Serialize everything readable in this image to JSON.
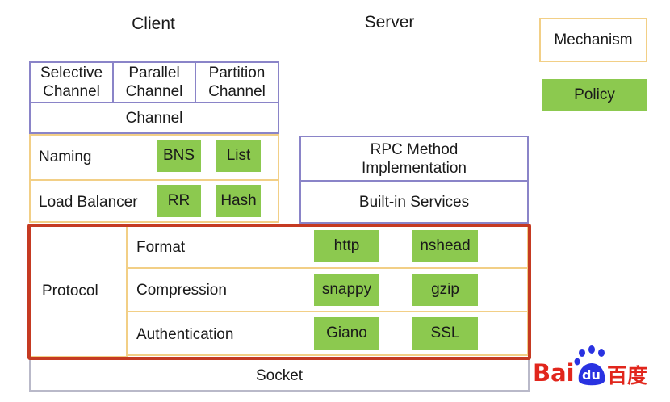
{
  "headings": {
    "client": "Client",
    "server": "Server"
  },
  "legend": {
    "mechanism": "Mechanism",
    "policy": "Policy"
  },
  "client": {
    "channels": [
      "Selective\nChannel",
      "Parallel\nChannel",
      "Partition\nChannel"
    ],
    "channel": "Channel",
    "naming": {
      "label": "Naming",
      "policies": [
        "BNS",
        "List"
      ]
    },
    "load_balancer": {
      "label": "Load Balancer",
      "policies": [
        "RR",
        "Hash"
      ]
    }
  },
  "server": {
    "rpc_method": "RPC Method\nImplementation",
    "builtin": "Built-in Services"
  },
  "protocol": {
    "label": "Protocol",
    "rows": [
      {
        "label": "Format",
        "policies": [
          "http",
          "nshead"
        ]
      },
      {
        "label": "Compression",
        "policies": [
          "snappy",
          "gzip"
        ]
      },
      {
        "label": "Authentication",
        "policies": [
          "Giano",
          "SSL"
        ]
      }
    ]
  },
  "socket": "Socket",
  "logo": {
    "text_latin": "Bai",
    "text_du": "du",
    "text_cn": "百度"
  },
  "colors": {
    "policy_green": "#8cc94f",
    "mechanism_orange": "#f2cf86",
    "protocol_red": "#c53a22",
    "channel_purple": "#8a84c8",
    "logo_red": "#e1261c",
    "logo_blue": "#2932e1"
  }
}
